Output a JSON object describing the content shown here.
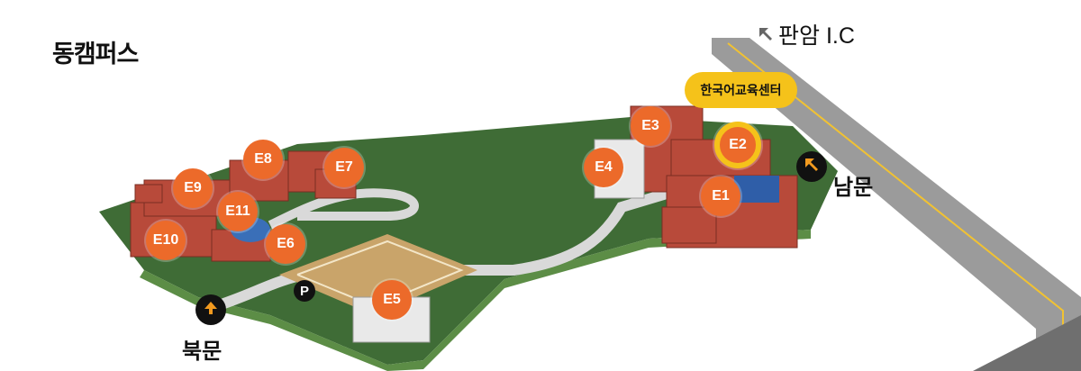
{
  "title": "동캠퍼스",
  "colors": {
    "marker": "#ec6a2a",
    "highlight": "#f5c21a",
    "grass": "#3f6c36",
    "building": "#b84a3a",
    "road": "#9b9b9b"
  },
  "road_sign": {
    "label": "판암 I.C",
    "icon": "arrow-up-left-icon"
  },
  "callout": {
    "label": "한국어교육센터",
    "target": "E2"
  },
  "gates": {
    "north": {
      "label": "북문",
      "icon": "arrow-up-icon"
    },
    "south": {
      "label": "남문",
      "icon": "arrow-up-left-icon"
    }
  },
  "parking": {
    "label": "P"
  },
  "buildings": [
    {
      "id": "E1",
      "label": "E1",
      "selected": false
    },
    {
      "id": "E2",
      "label": "E2",
      "selected": true
    },
    {
      "id": "E3",
      "label": "E3",
      "selected": false
    },
    {
      "id": "E4",
      "label": "E4",
      "selected": false
    },
    {
      "id": "E5",
      "label": "E5",
      "selected": false
    },
    {
      "id": "E6",
      "label": "E6",
      "selected": false
    },
    {
      "id": "E7",
      "label": "E7",
      "selected": false
    },
    {
      "id": "E8",
      "label": "E8",
      "selected": false
    },
    {
      "id": "E9",
      "label": "E9",
      "selected": false
    },
    {
      "id": "E10",
      "label": "E10",
      "selected": false
    },
    {
      "id": "E11",
      "label": "E11",
      "selected": false
    }
  ]
}
